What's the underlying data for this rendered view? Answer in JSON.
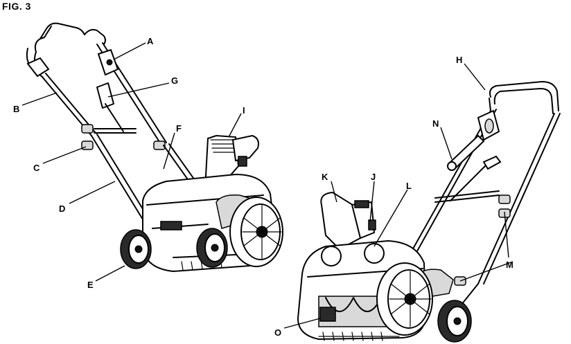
{
  "figure": {
    "title": "FIG. 3"
  },
  "callouts": {
    "A": "A",
    "B": "B",
    "C": "C",
    "D": "D",
    "E": "E",
    "F": "F",
    "G": "G",
    "H": "H",
    "I": "I",
    "J": "J",
    "K": "K",
    "L": "L",
    "M": "M",
    "N": "N",
    "O": "O"
  }
}
